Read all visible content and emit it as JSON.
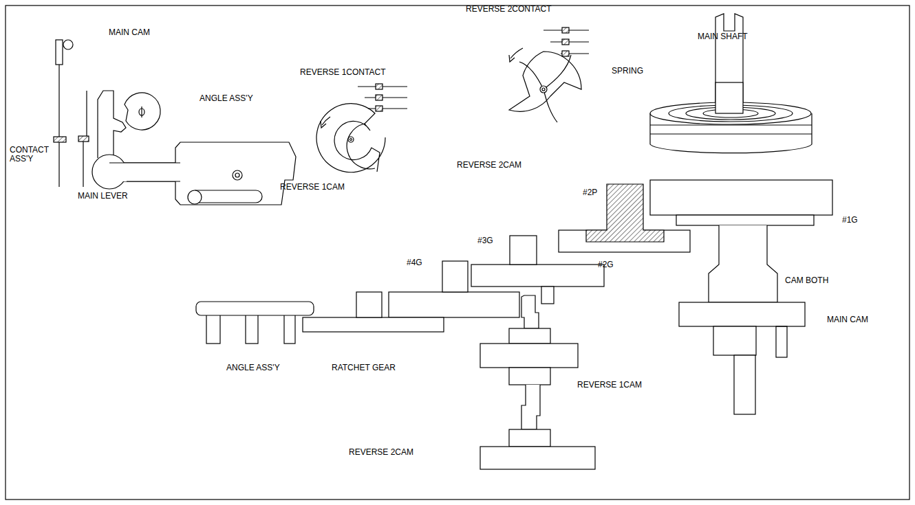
{
  "diagram": {
    "labels": [
      "CONTACT ASS'Y",
      "MAIN CAM",
      "ANGLE ASS'Y",
      "MAIN LEVER",
      "REVERSE 1CONTACT",
      "REVERSE 1CAM",
      "REVERSE 2CONTACT",
      "REVERSE 2CAM",
      "MAIN SHAFT",
      "SPRING",
      "#2P",
      "#1G",
      "#3G",
      "#4G",
      "#2G",
      "CAM BOTH",
      "MAIN CAM",
      "ANGLE ASS'Y",
      "RATCHET GEAR",
      "REVERSE 1CAM",
      "REVERSE 2CAM"
    ]
  }
}
